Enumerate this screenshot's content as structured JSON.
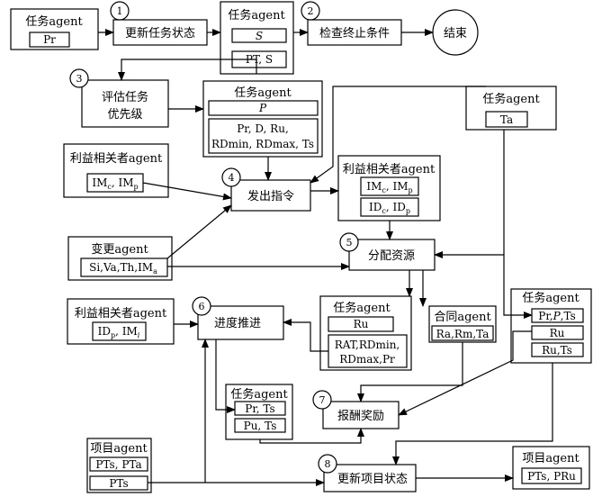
{
  "task_agent": "任务agent",
  "stakeholder_agent": "利益相关者agent",
  "change_agent": "变更agent",
  "contract_agent": "合同agent",
  "project_agent": "项目agent",
  "steps": {
    "s1": {
      "num": "1",
      "label": "更新任务状态"
    },
    "s2": {
      "num": "2",
      "label": "检查终止条件"
    },
    "s3": {
      "num": "3",
      "label_line1": "评估任务",
      "label_line2": "优先级"
    },
    "s4": {
      "num": "4",
      "label": "发出指令"
    },
    "s5": {
      "num": "5",
      "label": "分配资源"
    },
    "s6": {
      "num": "6",
      "label": "进度推进"
    },
    "s7": {
      "num": "7",
      "label": "报酬奖励"
    },
    "s8": {
      "num": "8",
      "label": "更新项目状态"
    }
  },
  "end_label": "结束",
  "fields": {
    "pr": "Pr",
    "s": "S",
    "pt_s": "PT, S",
    "p": "P",
    "pr_d_ru": "Pr, D, Ru,",
    "rdmin_rdmax_ts": "RDmin, RDmax, Ts",
    "ta": "Ta",
    "ru": "Ru",
    "rat_rdmin": "RAT,RDmin,",
    "rdmax_pr": "RDmax,Pr",
    "pr_ts": "Pr, Ts",
    "pu_ts": "Pu, Ts",
    "ra_rm_ta": "Ra,Rm,Ta",
    "pr_p_ts": "Pr,P,Ts",
    "ru_ts": "Ru,Ts",
    "pts_pta": "PTs, PTa",
    "pts": "PTs",
    "pts_pru": "PTs, PRu"
  }
}
